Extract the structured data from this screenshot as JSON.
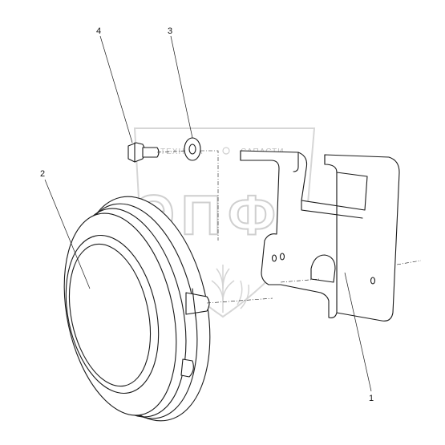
{
  "callouts": [
    {
      "id": "1",
      "label": "1"
    },
    {
      "id": "2",
      "label": "2"
    },
    {
      "id": "3",
      "label": "3"
    },
    {
      "id": "4",
      "label": "4"
    }
  ],
  "watermark": {
    "left_word": "ТЕХНИКА",
    "right_word": "САПАСТИ",
    "big_letters": "ЭПФ"
  },
  "colors": {
    "ink": "#1a1a1a",
    "watermark": "#cfcfcf",
    "background": "#ffffff"
  }
}
